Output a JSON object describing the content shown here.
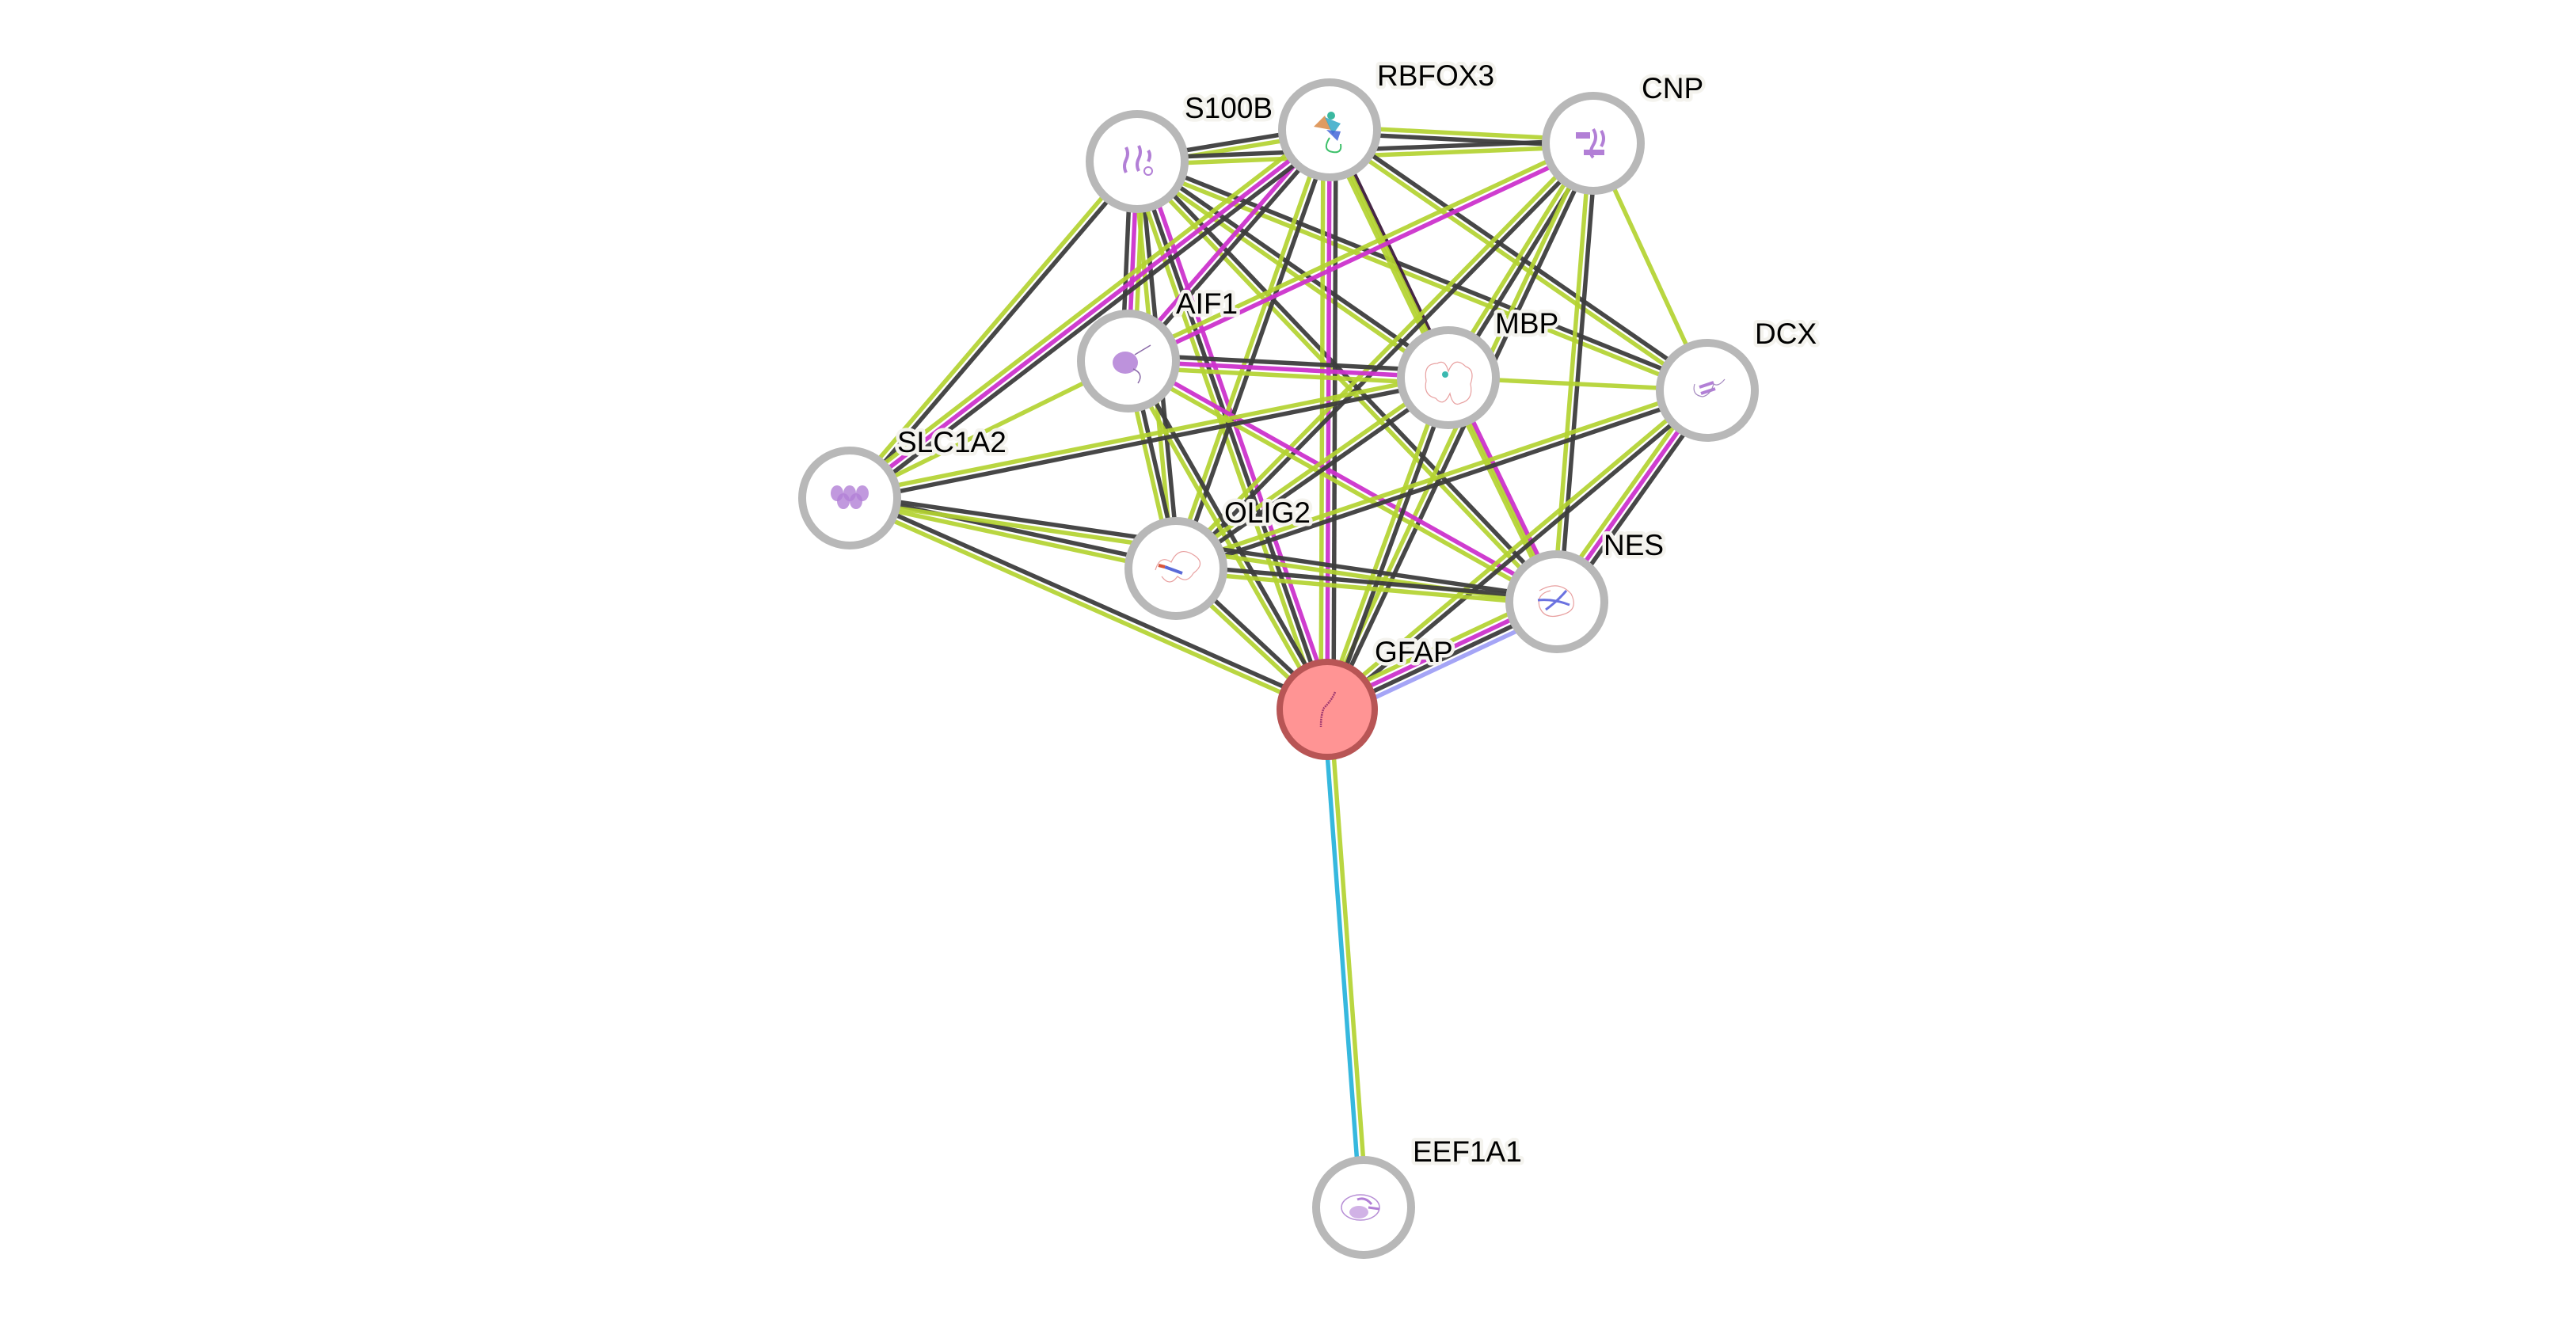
{
  "network": {
    "type": "protein-interaction-network",
    "query_node": "GFAP",
    "colors": {
      "coexpression": "#3d3d3d",
      "textmining": "#b3d231",
      "experiments": "#cc33cc",
      "homology": "#a0a0f5",
      "databases": "#2bb4dc",
      "coexpression_experiments": "#3b1a3b",
      "node_ring": "#b8b8b8",
      "query_fill": "#ff9494",
      "query_ring": "#b85555"
    },
    "nodes": [
      {
        "id": "S100B",
        "label": "S100B",
        "structure": "helical-bundle"
      },
      {
        "id": "RBFOX3",
        "label": "RBFOX3",
        "structure": "rainbow-fold"
      },
      {
        "id": "CNP",
        "label": "CNP",
        "structure": "alpha-beta"
      },
      {
        "id": "AIF1",
        "label": "AIF1",
        "structure": "helical"
      },
      {
        "id": "MBP",
        "label": "MBP",
        "structure": "disordered"
      },
      {
        "id": "DCX",
        "label": "DCX",
        "structure": "small-beta"
      },
      {
        "id": "SLC1A2",
        "label": "SLC1A2",
        "structure": "transmembrane"
      },
      {
        "id": "OLIG2",
        "label": "OLIG2",
        "structure": "disordered-helix"
      },
      {
        "id": "NES",
        "label": "NES",
        "structure": "disordered-coil"
      },
      {
        "id": "GFAP",
        "label": "GFAP",
        "structure": "coiled-coil",
        "query": true
      },
      {
        "id": "EEF1A1",
        "label": "EEF1A1",
        "structure": "globular"
      }
    ],
    "edges": [
      {
        "source": "S100B",
        "target": "RBFOX3",
        "evidence": [
          "coexpression",
          "textmining"
        ]
      },
      {
        "source": "S100B",
        "target": "CNP",
        "evidence": [
          "coexpression",
          "textmining"
        ]
      },
      {
        "source": "RBFOX3",
        "target": "CNP",
        "evidence": [
          "textmining",
          "coexpression"
        ]
      },
      {
        "source": "S100B",
        "target": "AIF1",
        "evidence": [
          "textmining",
          "experiments",
          "coexpression"
        ]
      },
      {
        "source": "S100B",
        "target": "SLC1A2",
        "evidence": [
          "coexpression",
          "textmining"
        ]
      },
      {
        "source": "S100B",
        "target": "OLIG2",
        "evidence": [
          "coexpression",
          "textmining"
        ]
      },
      {
        "source": "S100B",
        "target": "MBP",
        "evidence": [
          "coexpression",
          "textmining"
        ]
      },
      {
        "source": "S100B",
        "target": "DCX",
        "evidence": [
          "coexpression",
          "textmining"
        ]
      },
      {
        "source": "S100B",
        "target": "NES",
        "evidence": [
          "coexpression",
          "textmining"
        ]
      },
      {
        "source": "S100B",
        "target": "GFAP",
        "evidence": [
          "experiments",
          "coexpression",
          "textmining"
        ]
      },
      {
        "source": "RBFOX3",
        "target": "AIF1",
        "evidence": [
          "coexpression",
          "experiments"
        ]
      },
      {
        "source": "RBFOX3",
        "target": "SLC1A2",
        "evidence": [
          "coexpression",
          "experiments",
          "textmining"
        ]
      },
      {
        "source": "RBFOX3",
        "target": "OLIG2",
        "evidence": [
          "coexpression",
          "textmining"
        ]
      },
      {
        "source": "RBFOX3",
        "target": "MBP",
        "evidence": [
          "coexpression_experiments",
          "textmining"
        ]
      },
      {
        "source": "RBFOX3",
        "target": "GFAP",
        "evidence": [
          "coexpression",
          "experiments",
          "textmining"
        ]
      },
      {
        "source": "RBFOX3",
        "target": "NES",
        "evidence": [
          "textmining"
        ]
      },
      {
        "source": "RBFOX3",
        "target": "DCX",
        "evidence": [
          "coexpression",
          "textmining"
        ]
      },
      {
        "source": "CNP",
        "target": "AIF1",
        "evidence": [
          "experiments",
          "textmining"
        ]
      },
      {
        "source": "CNP",
        "target": "MBP",
        "evidence": [
          "coexpression",
          "textmining"
        ]
      },
      {
        "source": "CNP",
        "target": "OLIG2",
        "evidence": [
          "coexpression",
          "textmining"
        ]
      },
      {
        "source": "CNP",
        "target": "GFAP",
        "evidence": [
          "coexpression",
          "textmining"
        ]
      },
      {
        "source": "CNP",
        "target": "NES",
        "evidence": [
          "coexpression",
          "textmining"
        ]
      },
      {
        "source": "CNP",
        "target": "DCX",
        "evidence": [
          "textmining"
        ]
      },
      {
        "source": "AIF1",
        "target": "MBP",
        "evidence": [
          "coexpression",
          "experiments",
          "textmining"
        ]
      },
      {
        "source": "AIF1",
        "target": "SLC1A2",
        "evidence": [
          "textmining"
        ]
      },
      {
        "source": "AIF1",
        "target": "OLIG2",
        "evidence": [
          "coexpression",
          "textmining"
        ]
      },
      {
        "source": "AIF1",
        "target": "GFAP",
        "evidence": [
          "coexpression",
          "textmining"
        ]
      },
      {
        "source": "AIF1",
        "target": "NES",
        "evidence": [
          "experiments",
          "textmining"
        ]
      },
      {
        "source": "MBP",
        "target": "DCX",
        "evidence": [
          "textmining"
        ]
      },
      {
        "source": "MBP",
        "target": "OLIG2",
        "evidence": [
          "coexpression",
          "textmining"
        ]
      },
      {
        "source": "MBP",
        "target": "SLC1A2",
        "evidence": [
          "coexpression",
          "textmining"
        ]
      },
      {
        "source": "MBP",
        "target": "GFAP",
        "evidence": [
          "coexpression",
          "textmining"
        ]
      },
      {
        "source": "MBP",
        "target": "NES",
        "evidence": [
          "experiments",
          "textmining"
        ]
      },
      {
        "source": "DCX",
        "target": "OLIG2",
        "evidence": [
          "coexpression",
          "textmining"
        ]
      },
      {
        "source": "DCX",
        "target": "NES",
        "evidence": [
          "coexpression",
          "experiments",
          "textmining"
        ]
      },
      {
        "source": "DCX",
        "target": "GFAP",
        "evidence": [
          "coexpression",
          "textmining"
        ]
      },
      {
        "source": "SLC1A2",
        "target": "OLIG2",
        "evidence": [
          "coexpression",
          "textmining"
        ]
      },
      {
        "source": "SLC1A2",
        "target": "NES",
        "evidence": [
          "coexpression",
          "textmining"
        ]
      },
      {
        "source": "SLC1A2",
        "target": "GFAP",
        "evidence": [
          "coexpression",
          "textmining"
        ]
      },
      {
        "source": "OLIG2",
        "target": "NES",
        "evidence": [
          "coexpression",
          "textmining"
        ]
      },
      {
        "source": "OLIG2",
        "target": "GFAP",
        "evidence": [
          "coexpression",
          "textmining"
        ]
      },
      {
        "source": "NES",
        "target": "GFAP",
        "evidence": [
          "homology",
          "coexpression",
          "experiments",
          "textmining"
        ]
      },
      {
        "source": "GFAP",
        "target": "EEF1A1",
        "evidence": [
          "textmining",
          "databases"
        ]
      }
    ]
  }
}
